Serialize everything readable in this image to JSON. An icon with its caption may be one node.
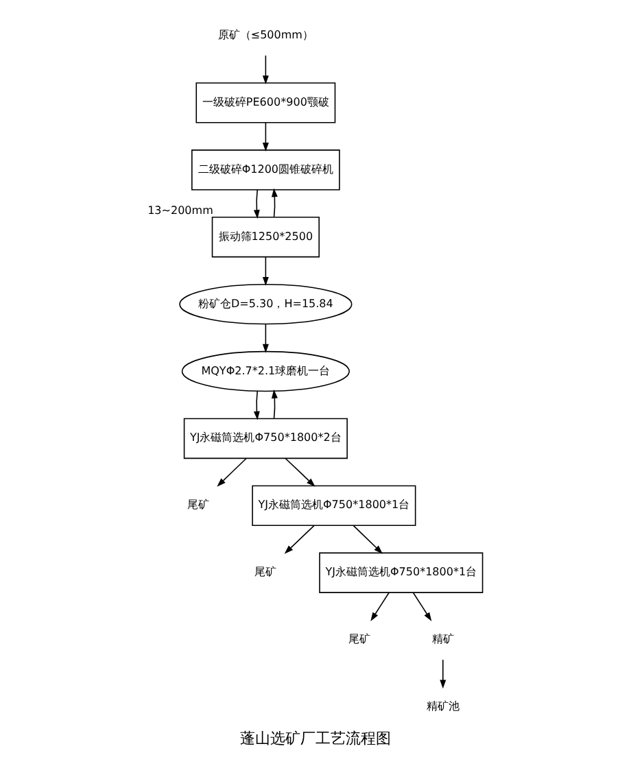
{
  "diagram": {
    "title": "蓬山选矿厂工艺流程图",
    "nodes": [
      {
        "text": [
          "原矿（≤500mm）"
        ]
      },
      {
        "text": [
          "一级破碎PE600*900颚破"
        ]
      },
      {
        "text": [
          "二级破碎Φ1200圆锥破碎机"
        ]
      },
      {
        "text": [
          "振动筛1250*2500"
        ],
        "beside": [
          "13~200mm"
        ]
      },
      {
        "text": [
          "粉矿仓D=5.30，H=15.84"
        ]
      },
      {
        "text": [
          "MQYΦ2.7*2.1球磨机一台"
        ]
      },
      {
        "text": [
          "YJ永磁筒选机Φ750*1800*2台"
        ]
      },
      {
        "text": [
          "尾矿"
        ]
      },
      {
        "text": [
          "YJ永磁筒选机Φ750*1800*1台"
        ]
      },
      {
        "text": [
          "尾矿"
        ]
      },
      {
        "text": [
          "YJ永磁筒选机Φ750*1800*1台"
        ]
      },
      {
        "text": [
          "尾矿"
        ]
      },
      {
        "text": [
          "精矿"
        ]
      },
      {
        "text": [
          "精矿池"
        ]
      }
    ],
    "edges": [
      {
        "from": 0,
        "to": 1,
        "arrow": "to"
      },
      {
        "from": 1,
        "to": 2,
        "arrow": "to"
      },
      {
        "from": 2,
        "to": 3,
        "arrow": "to"
      },
      {
        "from": 3,
        "to": 2,
        "arrow": "to"
      },
      {
        "from": 3,
        "to": 4,
        "arrow": "to"
      },
      {
        "from": 4,
        "to": 5,
        "arrow": "to"
      },
      {
        "from": 5,
        "to": 6,
        "arrow": "to"
      },
      {
        "from": 6,
        "to": 5,
        "arrow": "to"
      },
      {
        "from": 6,
        "to": 7,
        "arrow": "to"
      },
      {
        "from": 6,
        "to": 8,
        "arrow": "to"
      },
      {
        "from": 8,
        "to": 9,
        "arrow": "to"
      },
      {
        "from": 8,
        "to": 10,
        "arrow": "to"
      },
      {
        "from": 10,
        "to": 11,
        "arrow": "to"
      },
      {
        "from": 10,
        "to": 12,
        "arrow": "to"
      },
      {
        "from": 12,
        "to": 13,
        "arrow": "to"
      }
    ]
  }
}
